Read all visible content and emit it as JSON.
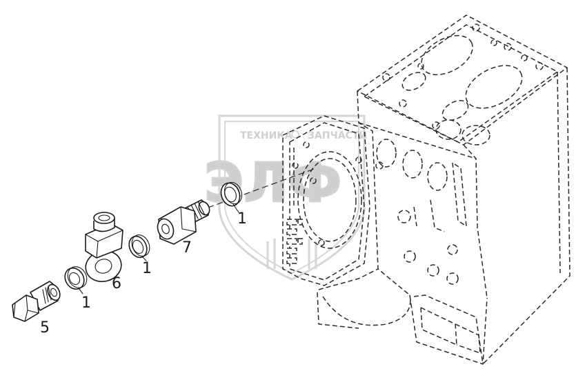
{
  "callouts": {
    "washer_upper": "1",
    "washer_middle": "1",
    "washer_lower": "1",
    "banjo_bolt": "5",
    "banjo_fitting": "6",
    "adapter_fitting": "7"
  },
  "watermark": {
    "line1_left": "ТЕХНИКА",
    "line1_right": "ЗАПЧАСТИ",
    "logo": "ЭЛФ"
  },
  "colors": {
    "line": "#1a1a1a",
    "watermark": "#d6d6d6",
    "background": "#ffffff"
  }
}
